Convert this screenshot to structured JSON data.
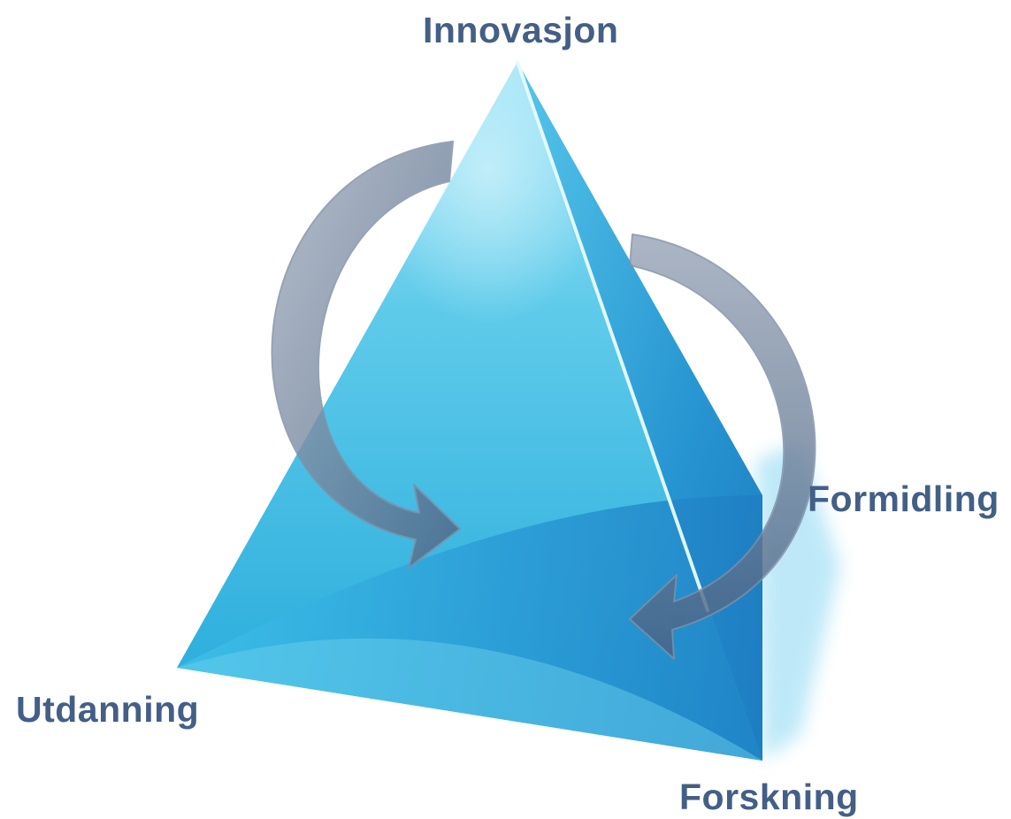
{
  "diagram": {
    "vertices": {
      "top": "Innovasjon",
      "right": "Formidling",
      "left": "Utdanning",
      "bottom": "Forskning"
    },
    "arrows": [
      {
        "from": "Innovasjon",
        "to": "Utdanning"
      },
      {
        "from": "Formidling",
        "to": "Forskning"
      }
    ],
    "colors": {
      "label_text": "#445f86",
      "pyramid_light": "#9ae0f4",
      "pyramid_mid": "#2aaedb",
      "pyramid_dark": "#1f7fc4",
      "arrow": "#5a6f8c"
    }
  }
}
